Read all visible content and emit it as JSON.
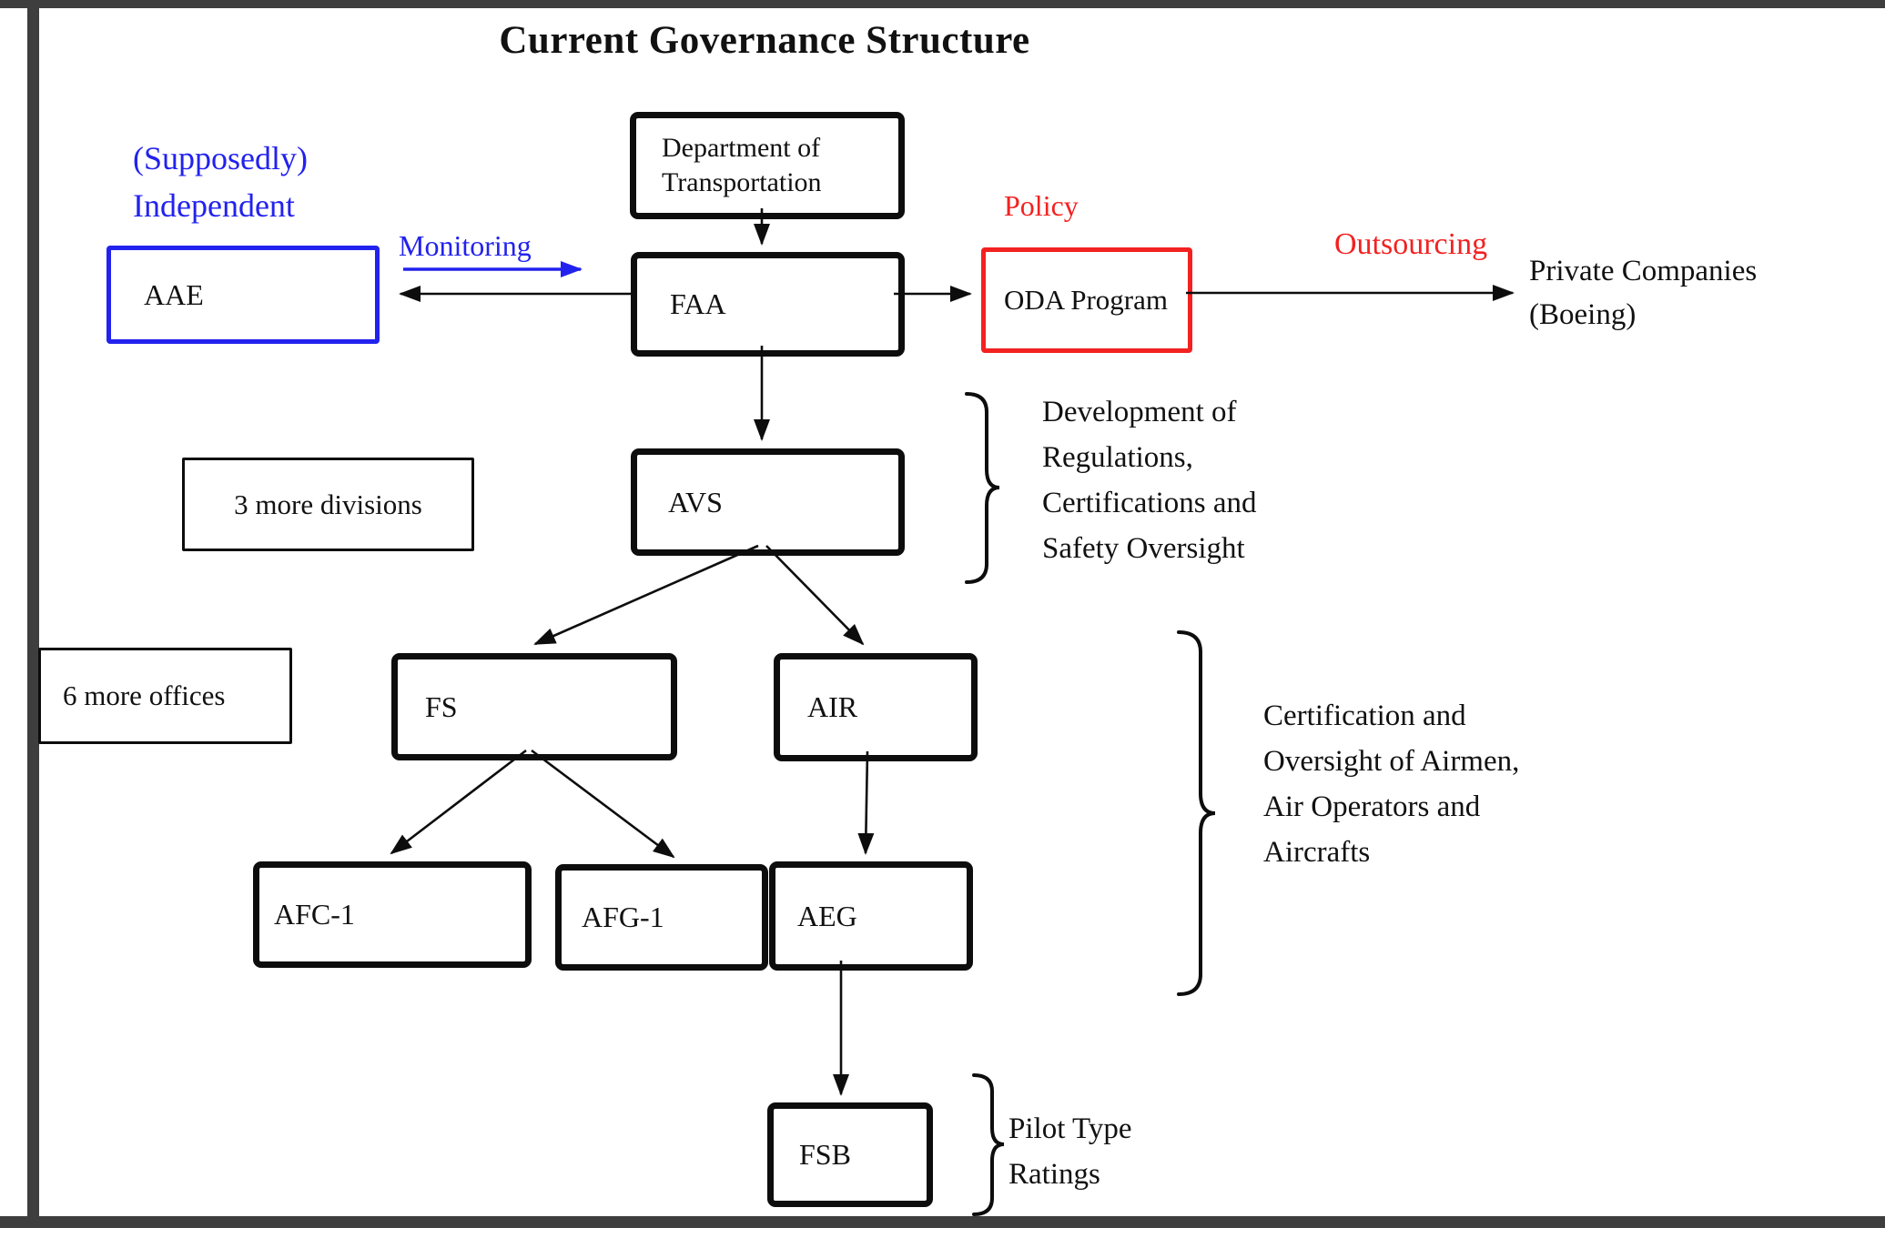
{
  "title": "Current Governance Structure",
  "nodes": {
    "dot": {
      "label": "Department of Transportation"
    },
    "faa": {
      "label": "FAA"
    },
    "aae": {
      "label": "AAE"
    },
    "oda": {
      "label": "ODA Program"
    },
    "avs": {
      "label": "AVS"
    },
    "fs": {
      "label": "FS"
    },
    "air": {
      "label": "AIR"
    },
    "afc1": {
      "label": "AFC-1"
    },
    "afg1": {
      "label": "AFG-1"
    },
    "aeg": {
      "label": "AEG"
    },
    "fsb": {
      "label": "FSB"
    },
    "more_divisions": {
      "label": "3 more divisions"
    },
    "more_offices": {
      "label": "6 more offices"
    }
  },
  "annotations": {
    "supposedly_independent": "(Supposedly) Independent",
    "monitoring": "Monitoring",
    "policy": "Policy",
    "outsourcing": "Outsourcing",
    "private_companies": "Private Companies (Boeing)",
    "avs_role": "Development of Regulations, Certifications and Safety Oversight",
    "cert_role": "Certification and Oversight of Airmen, Air Operators and Aircrafts",
    "fsb_role": "Pilot Type Ratings"
  },
  "colors": {
    "accent_blue": "#2222ee",
    "accent_red": "#f32121",
    "frame_gray": "#3e3e3e",
    "line_black": "#0d0d0d"
  }
}
